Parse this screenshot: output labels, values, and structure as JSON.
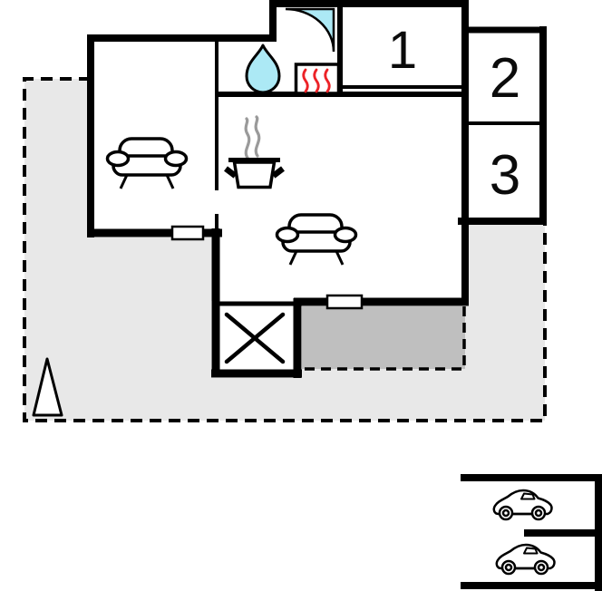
{
  "floor_plan": {
    "room_labels": [
      {
        "id": "room-1",
        "label": "1"
      },
      {
        "id": "room-2",
        "label": "2"
      },
      {
        "id": "room-3",
        "label": "3"
      }
    ],
    "colors": {
      "wall": "#000000",
      "room_fill": "#ffffff",
      "plot_fill": "#e8e8e8",
      "terrace_fill": "#bfbfbf",
      "water_cyan": "#ace9f5",
      "radiator_red": "#ec2227",
      "steam_gray": "#9a9a9a"
    },
    "icons": [
      {
        "name": "shower-icon",
        "glyph": "quarter-circle"
      },
      {
        "name": "water-drop-icon",
        "glyph": "teardrop"
      },
      {
        "name": "radiator-icon",
        "glyph": "box-with-wavy-lines"
      },
      {
        "name": "cooking-pot-icon",
        "glyph": "pot-with-steam"
      },
      {
        "name": "sofa-icon",
        "glyph": "sofa",
        "count": 2
      },
      {
        "name": "utility-box-icon",
        "glyph": "crossed-box"
      },
      {
        "name": "tree-icon",
        "glyph": "triangle"
      },
      {
        "name": "car-icon",
        "glyph": "car",
        "count": 2
      }
    ]
  }
}
